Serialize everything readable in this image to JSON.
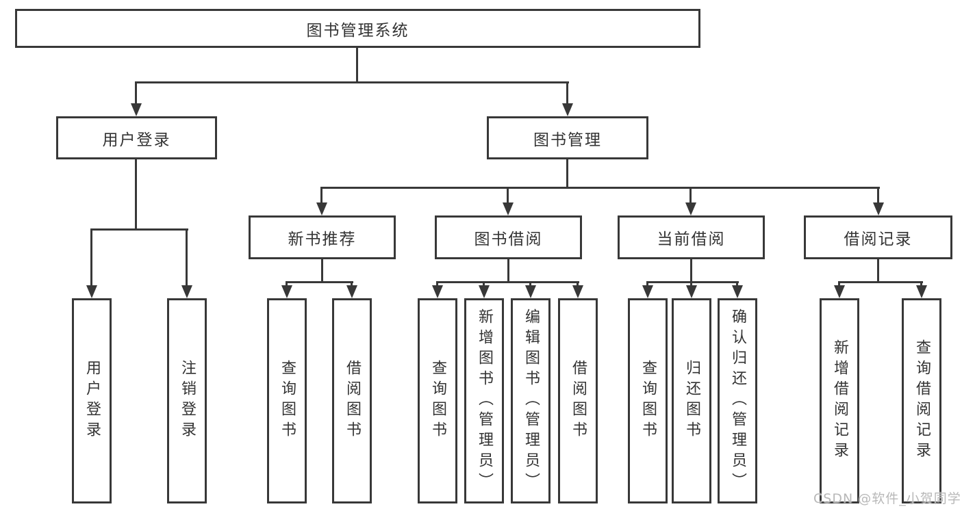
{
  "diagram": {
    "root": {
      "label": "图书管理系统"
    },
    "level2": [
      {
        "label": "用户登录"
      },
      {
        "label": "图书管理"
      }
    ],
    "level3": [
      {
        "label": "新书推荐",
        "parent": "图书管理"
      },
      {
        "label": "图书借阅",
        "parent": "图书管理"
      },
      {
        "label": "当前借阅",
        "parent": "图书管理"
      },
      {
        "label": "借阅记录",
        "parent": "图书管理"
      }
    ],
    "leaves": [
      {
        "label": "用户登录",
        "parent": "用户登录"
      },
      {
        "label": "注销登录",
        "parent": "用户登录"
      },
      {
        "label": "查询图书",
        "parent": "新书推荐"
      },
      {
        "label": "借阅图书",
        "parent": "新书推荐"
      },
      {
        "label": "查询图书",
        "parent": "图书借阅"
      },
      {
        "label": "新增图书（管理员）",
        "parent": "图书借阅"
      },
      {
        "label": "编辑图书（管理员）",
        "parent": "图书借阅"
      },
      {
        "label": "借阅图书",
        "parent": "图书借阅"
      },
      {
        "label": "查询图书",
        "parent": "当前借阅"
      },
      {
        "label": "归还图书",
        "parent": "当前借阅"
      },
      {
        "label": "确认归还（管理员）",
        "parent": "当前借阅"
      },
      {
        "label": "新增借阅记录",
        "parent": "借阅记录"
      },
      {
        "label": "查询借阅记录",
        "parent": "借阅记录"
      }
    ]
  },
  "watermark": {
    "text": "CSDN @软件_小贺同学"
  },
  "colors": {
    "line": "#383838",
    "text": "#333333",
    "box_background": "#ffffff",
    "page_background": "#ffffff",
    "watermark": "#b8b8b8"
  }
}
